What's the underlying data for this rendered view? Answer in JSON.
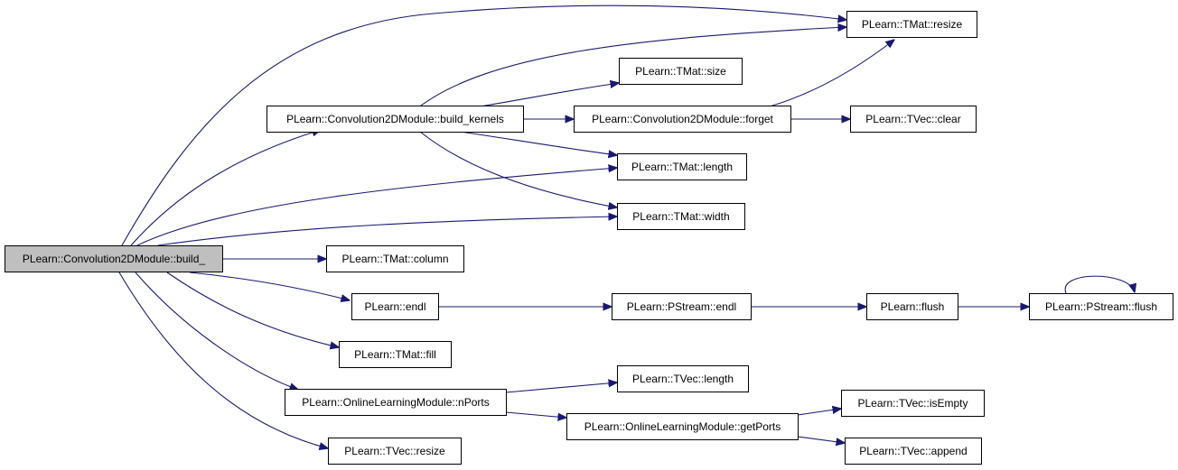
{
  "graph": {
    "root": "build_",
    "nodes": [
      {
        "id": "build_",
        "label": "PLearn::Convolution2DModule::build_",
        "root": true
      },
      {
        "id": "build_kernels",
        "label": "PLearn::Convolution2DModule::build_kernels"
      },
      {
        "id": "tmat_resize",
        "label": "PLearn::TMat::resize"
      },
      {
        "id": "tmat_size",
        "label": "PLearn::TMat::size"
      },
      {
        "id": "forget",
        "label": "PLearn::Convolution2DModule::forget"
      },
      {
        "id": "tvec_clear",
        "label": "PLearn::TVec::clear"
      },
      {
        "id": "tmat_length",
        "label": "PLearn::TMat::length"
      },
      {
        "id": "tmat_width",
        "label": "PLearn::TMat::width"
      },
      {
        "id": "tmat_column",
        "label": "PLearn::TMat::column"
      },
      {
        "id": "endl",
        "label": "PLearn::endl"
      },
      {
        "id": "pstream_endl",
        "label": "PLearn::PStream::endl"
      },
      {
        "id": "flush",
        "label": "PLearn::flush"
      },
      {
        "id": "pstream_flush",
        "label": "PLearn::PStream::flush"
      },
      {
        "id": "tmat_fill",
        "label": "PLearn::TMat::fill"
      },
      {
        "id": "nports",
        "label": "PLearn::OnlineLearningModule::nPorts"
      },
      {
        "id": "tvec_length",
        "label": "PLearn::TVec::length"
      },
      {
        "id": "getports",
        "label": "PLearn::OnlineLearningModule::getPorts"
      },
      {
        "id": "tvec_isempty",
        "label": "PLearn::TVec::isEmpty"
      },
      {
        "id": "tvec_append",
        "label": "PLearn::TVec::append"
      },
      {
        "id": "tvec_resize",
        "label": "PLearn::TVec::resize"
      }
    ],
    "edges": [
      {
        "from": "build_",
        "to": "tmat_resize"
      },
      {
        "from": "build_",
        "to": "build_kernels"
      },
      {
        "from": "build_",
        "to": "tmat_length"
      },
      {
        "from": "build_",
        "to": "tmat_width"
      },
      {
        "from": "build_",
        "to": "tmat_column"
      },
      {
        "from": "build_",
        "to": "endl"
      },
      {
        "from": "build_",
        "to": "tmat_fill"
      },
      {
        "from": "build_",
        "to": "nports"
      },
      {
        "from": "build_",
        "to": "tvec_resize"
      },
      {
        "from": "build_kernels",
        "to": "tmat_resize"
      },
      {
        "from": "build_kernels",
        "to": "tmat_size"
      },
      {
        "from": "build_kernels",
        "to": "forget"
      },
      {
        "from": "build_kernels",
        "to": "tmat_length"
      },
      {
        "from": "build_kernels",
        "to": "tmat_width"
      },
      {
        "from": "forget",
        "to": "tmat_resize"
      },
      {
        "from": "forget",
        "to": "tvec_clear"
      },
      {
        "from": "endl",
        "to": "pstream_endl"
      },
      {
        "from": "pstream_endl",
        "to": "flush"
      },
      {
        "from": "flush",
        "to": "pstream_flush"
      },
      {
        "from": "pstream_flush",
        "to": "pstream_flush"
      },
      {
        "from": "nports",
        "to": "tvec_length"
      },
      {
        "from": "nports",
        "to": "getports"
      },
      {
        "from": "getports",
        "to": "tvec_isempty"
      },
      {
        "from": "getports",
        "to": "tvec_append"
      }
    ]
  }
}
